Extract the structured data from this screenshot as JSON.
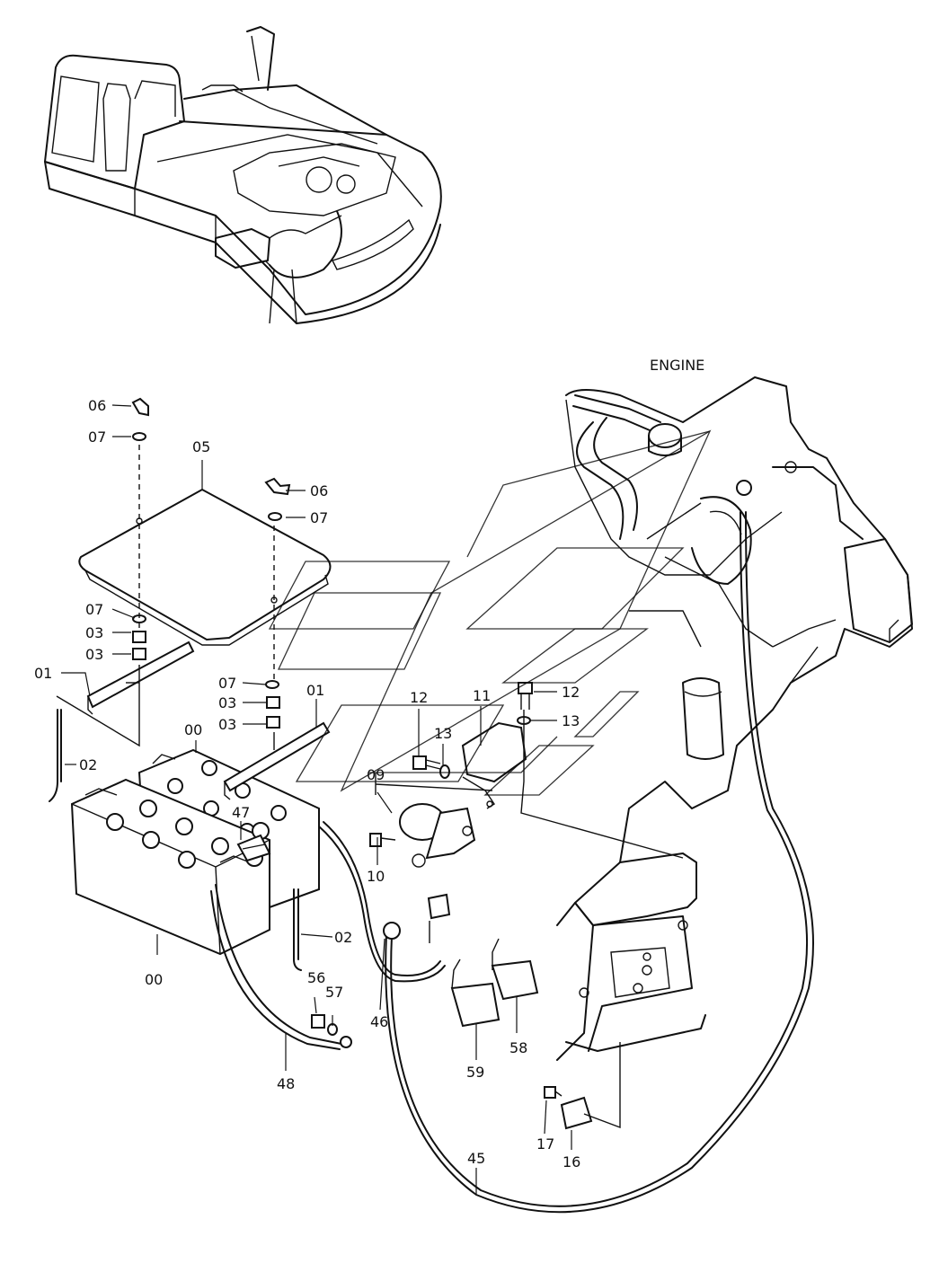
{
  "engine_label": "ENGINE",
  "parts": {
    "p00": "00",
    "p01": "01",
    "p02": "02",
    "p03": "03",
    "p05": "05",
    "p06": "06",
    "p07": "07",
    "p09": "09",
    "p10": "10",
    "p11": "11",
    "p12": "12",
    "p13": "13",
    "p16": "16",
    "p17": "17",
    "p45": "45",
    "p46": "46",
    "p47": "47",
    "p48": "48",
    "p56": "56",
    "p57": "57",
    "p58": "58",
    "p59": "59"
  }
}
